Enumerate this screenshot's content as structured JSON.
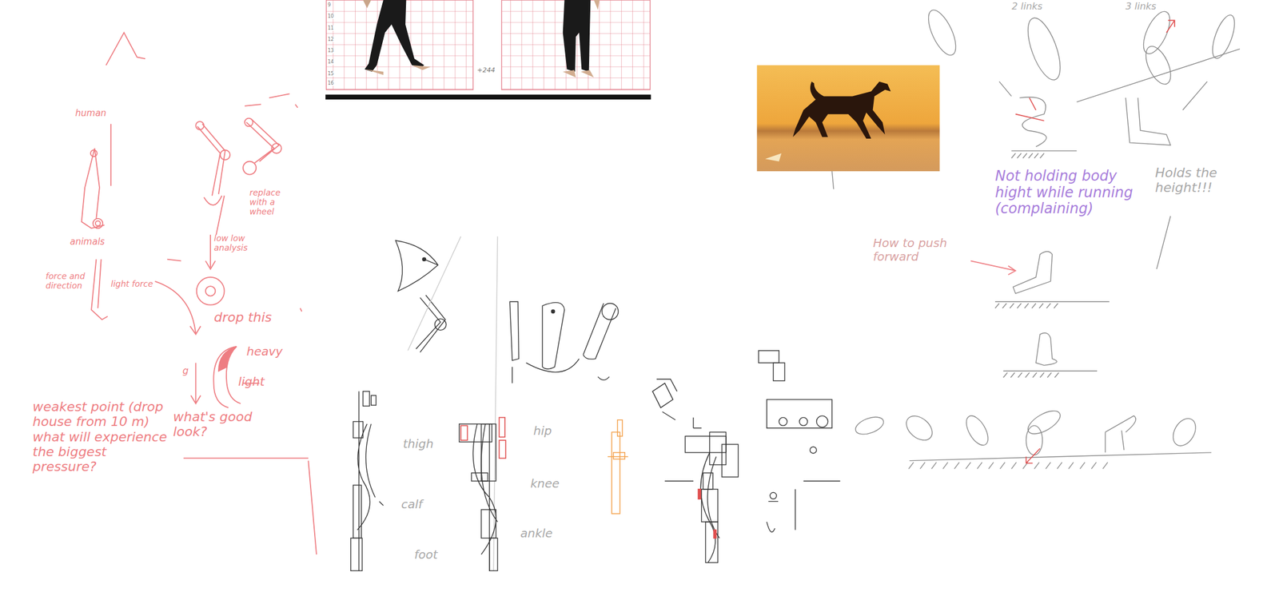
{
  "diagram": {
    "labels": [
      "human",
      "animals",
      "force and direction",
      "light force",
      "replace with a wheel",
      "low low analysis",
      "drop this",
      "g",
      "heavy",
      "light",
      "what's good look?",
      "weakest point (drop house from 10 m) what will experience the biggest pressure?",
      "thigh",
      "calf",
      "foot",
      "hip",
      "knee",
      "ankle",
      "Not holding body hight while running (complaining)",
      "Holds the height!!!",
      "How to push forward",
      "2 links",
      "3 links",
      "+244",
      "9",
      "10",
      "11",
      "12",
      "13",
      "14",
      "15",
      "16"
    ]
  }
}
